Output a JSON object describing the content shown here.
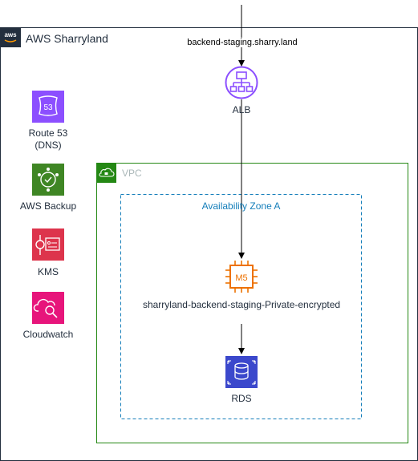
{
  "cloud": {
    "title": "AWS Sharryland",
    "logo_icon": "aws-logo-icon"
  },
  "vpc": {
    "title": "VPC",
    "icon": "vpc-lock-cloud-icon",
    "border_color": "#248814"
  },
  "availability_zone": {
    "title": "Availability Zone A",
    "border_color": "#147eba"
  },
  "services": [
    {
      "label_line1": "Route 53",
      "label_line2": "(DNS)",
      "icon": "route53-icon",
      "color": "#8c4fff"
    },
    {
      "label_line1": "AWS Backup",
      "label_line2": "",
      "icon": "aws-backup-icon",
      "color": "#3f8624"
    },
    {
      "label_line1": "KMS",
      "label_line2": "",
      "icon": "kms-key-icon",
      "color": "#dd344c"
    },
    {
      "label_line1": "Cloudwatch",
      "label_line2": "",
      "icon": "cloudwatch-icon",
      "color": "#e7157b"
    }
  ],
  "nodes": {
    "alb": {
      "label": "ALB",
      "icon": "alb-icon",
      "color": "#8c4fff"
    },
    "ec2": {
      "label": "sharryland-backend-staging-Private-encrypted",
      "icon_text": "M5",
      "icon": "ec2-m5-icon",
      "color": "#ed7100"
    },
    "rds": {
      "label": "RDS",
      "icon": "rds-icon",
      "color": "#3b48cc"
    }
  },
  "edges": {
    "incoming_label": "backend-staging.sharry.land"
  }
}
